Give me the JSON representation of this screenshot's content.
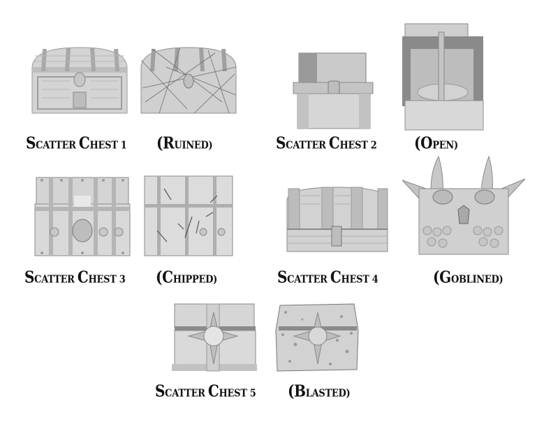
{
  "page": {
    "background": "#ffffff",
    "text_color": "#111111"
  },
  "chests": [
    {
      "id": 1,
      "label": {
        "initial": "S",
        "rest": "CATTER ",
        "initial2": "C",
        "rest2": "HEST 1"
      },
      "variant": {
        "open": "(",
        "initial": "R",
        "rest": "UINED)"
      },
      "standard_style": "wooden arched chest with skull lock",
      "variant_style": "wooden arched chest with ropes/cobwebs"
    },
    {
      "id": 2,
      "label": {
        "initial": "S",
        "rest": "CATTER ",
        "initial2": "C",
        "rest2": "HEST 2"
      },
      "variant": {
        "open": "(",
        "initial": "O",
        "rest": "PEN)"
      },
      "standard_style": "stone block chest with keyhole",
      "variant_style": "open stone chest with coins"
    },
    {
      "id": 3,
      "label": {
        "initial": "S",
        "rest": "CATTER ",
        "initial2": "C",
        "rest2": "HEST 3"
      },
      "variant": {
        "open": "(",
        "initial": "C",
        "rest": "HIPPED)"
      },
      "standard_style": "riveted chest with padlock",
      "variant_style": "riveted chest chipped"
    },
    {
      "id": 4,
      "label": {
        "initial": "S",
        "rest": "CATTER ",
        "initial2": "C",
        "rest2": "HEST 4"
      },
      "variant": {
        "open": "(",
        "initial": "G",
        "rest": "OBLINED)"
      },
      "standard_style": "wooden barrel-top chest with celtic bands",
      "variant_style": "goblin mimic chest with horns and ears"
    },
    {
      "id": 5,
      "label": {
        "initial": "S",
        "rest": "CATTER ",
        "initial2": "C",
        "rest2": "HEST 5"
      },
      "variant": {
        "open": "(",
        "initial": "B",
        "rest": "LASTED)"
      },
      "standard_style": "stone chest with star orb emblem",
      "variant_style": "blasted stone chest"
    }
  ]
}
